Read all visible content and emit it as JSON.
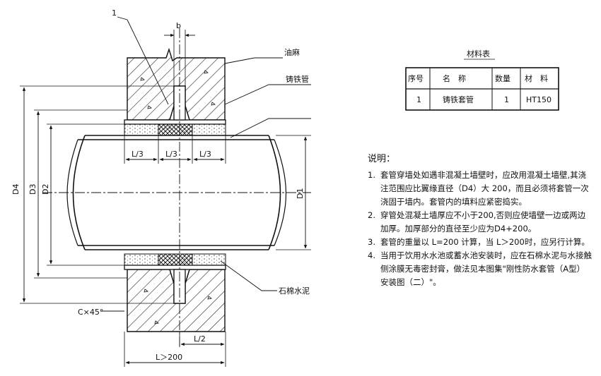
{
  "callouts": {
    "item1": "1",
    "b": "b",
    "oil_hemp": "油麻",
    "cast_iron_pipe": "铸铁管",
    "asbestos_cement": "石棉水泥"
  },
  "dimensions": {
    "l3_a": "L/3",
    "l3_b": "L/3",
    "l3_c": "L/3",
    "d1": "D1",
    "d2": "D2",
    "d3": "D3",
    "d4": "D4",
    "chamfer": "C×45°",
    "l2": "L/2",
    "l_total": "L＞200"
  },
  "materials_table": {
    "title": "材料表",
    "headers": [
      "序号",
      "名　称",
      "数量",
      "材　料"
    ],
    "row": [
      "1",
      "铸铁套管",
      "1",
      "HT150"
    ]
  },
  "notes": {
    "heading": "说明：",
    "items": [
      {
        "num": "1.",
        "text": "套管穿墙处如遇非混凝土墙壁时，应改用混凝土墙壁,其浇注范围应比翼缘直径（D4）大 200，而且必须将套管一次浇固于墙内。套管内的填料应紧密捣实。"
      },
      {
        "num": "2.",
        "text": "穿管处混凝土墙厚应不小于200,否则应使墙壁一边或两边加厚。加厚部分的直径至少应为D4+200。"
      },
      {
        "num": "3.",
        "text": "套管的重量以 L=200 计算，当 L＞200时，应另行计算。"
      },
      {
        "num": "4.",
        "text": "当用于饮用水水池或蓄水池安装时，应在石棉水泥与水接触侧涂膜无毒密封膏，做法见本图集\"刚性防水套管（A型）安装图（二）\"。"
      }
    ]
  }
}
